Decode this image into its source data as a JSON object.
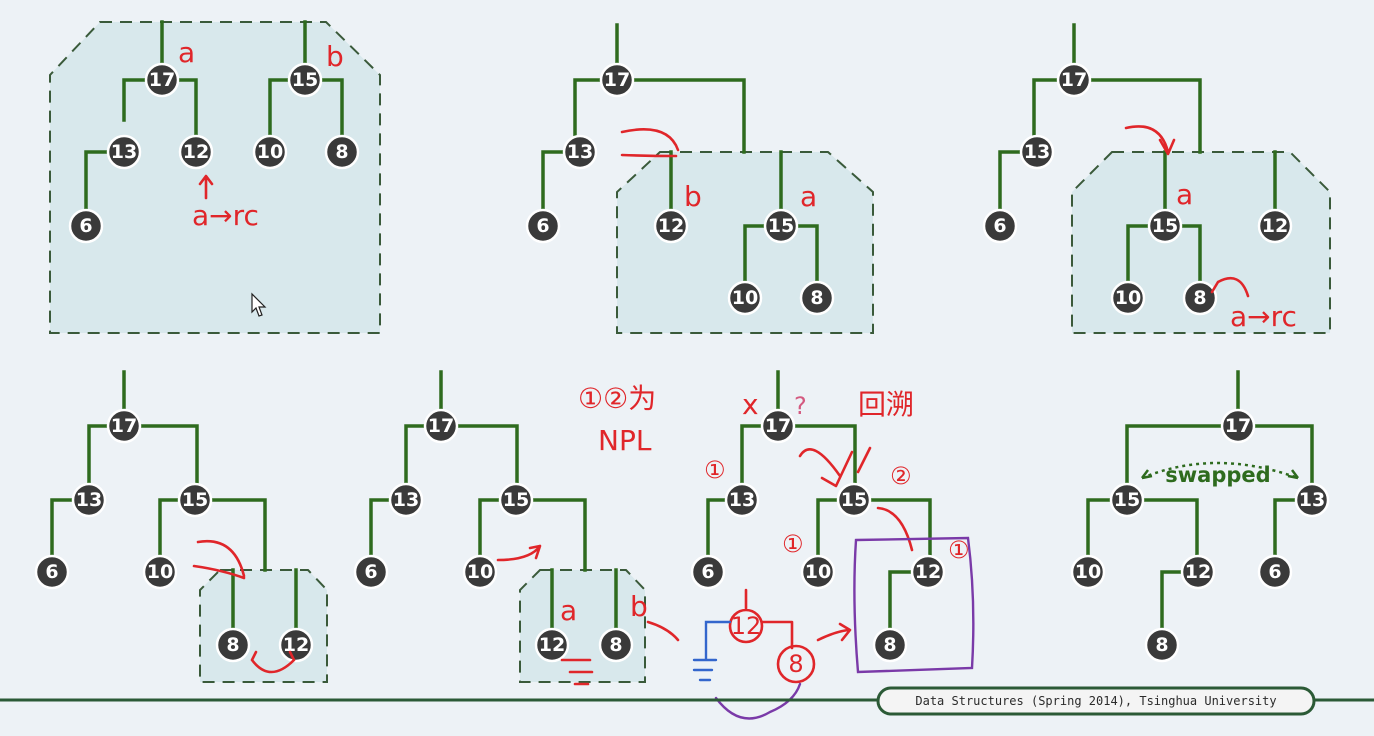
{
  "panels": [
    {
      "id": "p1",
      "nodes": [
        "17",
        "15",
        "13",
        "12",
        "10",
        "8",
        "6"
      ],
      "annotations": [
        "a",
        "b",
        "a→rc"
      ]
    },
    {
      "id": "p2",
      "nodes": [
        "17",
        "13",
        "6",
        "12",
        "15",
        "10",
        "8"
      ],
      "annotations": [
        "b",
        "a"
      ]
    },
    {
      "id": "p3",
      "nodes": [
        "17",
        "13",
        "6",
        "15",
        "12",
        "10",
        "8"
      ],
      "annotations": [
        "a",
        "a→rc"
      ]
    },
    {
      "id": "p4",
      "nodes": [
        "17",
        "13",
        "15",
        "6",
        "10",
        "8",
        "12"
      ],
      "annotations": []
    },
    {
      "id": "p5",
      "nodes": [
        "17",
        "13",
        "15",
        "6",
        "10",
        "12",
        "8"
      ],
      "annotations": [
        "a",
        "b"
      ]
    },
    {
      "id": "p6",
      "nodes": [
        "17",
        "13",
        "15",
        "6",
        "10",
        "12",
        "8"
      ],
      "annotations": [
        "①②为",
        "NPL",
        "x",
        "?",
        "回溯",
        "①",
        "①",
        "①",
        "②",
        "12",
        "8"
      ]
    },
    {
      "id": "p7",
      "nodes": [
        "17",
        "15",
        "13",
        "10",
        "12",
        "6",
        "8"
      ],
      "label": "swapped"
    }
  ],
  "footer": {
    "text": "Data Structures (Spring 2014), Tsinghua University"
  },
  "colors": {
    "background": "#edf2f6",
    "edge": "#2e6b1e",
    "node": "#3a3a3a",
    "ink_red": "#e0262a",
    "ink_purple": "#7a3aa8",
    "box_fill": "#d8e8ec"
  }
}
